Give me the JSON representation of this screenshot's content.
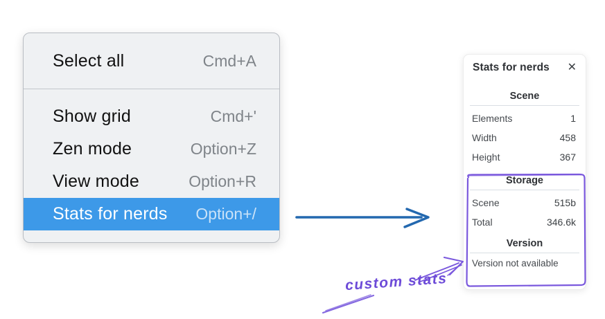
{
  "menu": {
    "items": [
      {
        "label": "Select all",
        "shortcut": "Cmd+A",
        "selected": false
      },
      {
        "label": "Show grid",
        "shortcut": "Cmd+'",
        "selected": false
      },
      {
        "label": "Zen mode",
        "shortcut": "Option+Z",
        "selected": false
      },
      {
        "label": "View mode",
        "shortcut": "Option+R",
        "selected": false
      },
      {
        "label": "Stats for nerds",
        "shortcut": "Option+/",
        "selected": true
      }
    ]
  },
  "stats_panel": {
    "title": "Stats for nerds",
    "close_icon": "✕",
    "sections": [
      {
        "heading": "Scene",
        "rows": [
          {
            "label": "Elements",
            "value": "1"
          },
          {
            "label": "Width",
            "value": "458"
          },
          {
            "label": "Height",
            "value": "367"
          }
        ]
      },
      {
        "heading": "Storage",
        "rows": [
          {
            "label": "Scene",
            "value": "515b"
          },
          {
            "label": "Total",
            "value": "346.6k"
          }
        ]
      },
      {
        "heading": "Version",
        "note": "Version not available"
      }
    ]
  },
  "annotation": {
    "label": "custom stats"
  },
  "colors": {
    "menu_highlight": "#3d99e8",
    "arrow_blue": "#2368af",
    "annotation_purple": "#6d4bd8"
  }
}
